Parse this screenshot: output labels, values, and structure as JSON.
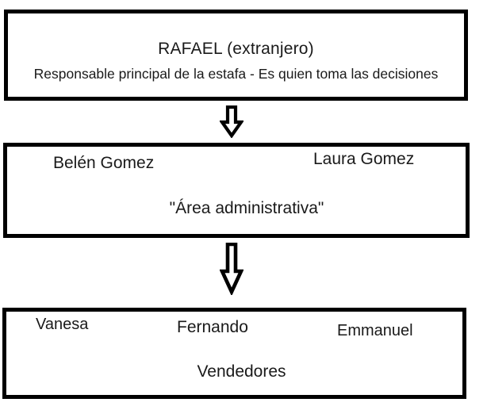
{
  "diagram": {
    "top_box": {
      "title": "RAFAEL (extranjero)",
      "subtitle": "Responsable principal de la estafa - Es quien toma las decisiones"
    },
    "middle_box": {
      "left_name": "Belén Gomez",
      "right_name": "Laura Gomez",
      "label": "\"Área administrativa\""
    },
    "bottom_box": {
      "names": [
        "Vanesa",
        "Fernando",
        "Emmanuel"
      ],
      "label": "Vendedores"
    },
    "icons": {
      "connector": "down-arrow"
    },
    "colors": {
      "border": "#000000",
      "background": "#ffffff",
      "text": "#1a1a1a"
    }
  }
}
